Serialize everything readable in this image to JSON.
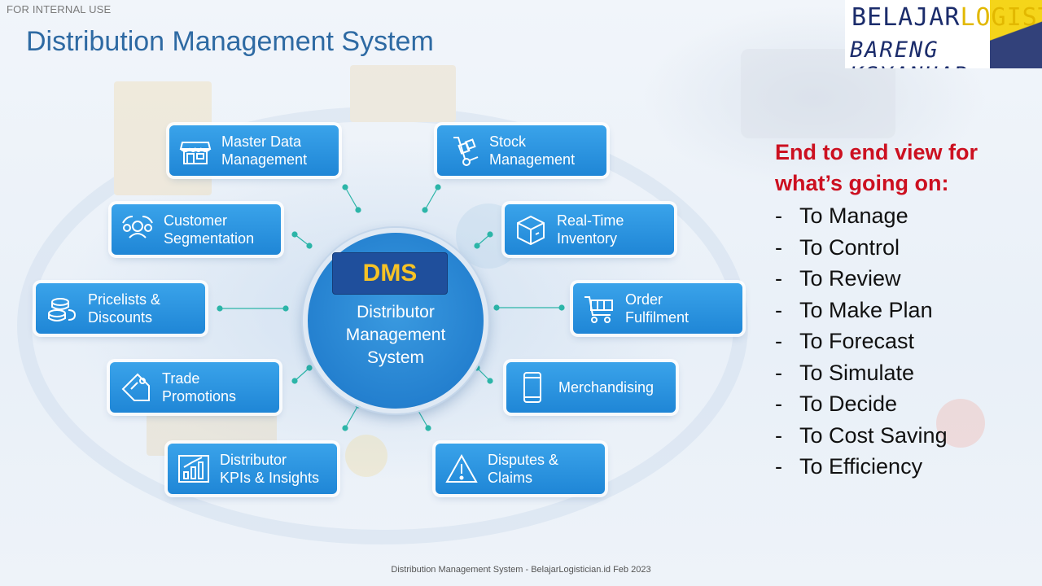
{
  "header": {
    "internal_label": "FOR INTERNAL  USE",
    "title": "Distribution Management System"
  },
  "logo": {
    "line1_a": "BELAJAR",
    "line1_b": "LOGISTIK",
    "line2": "BARENG KSYANUAR"
  },
  "hub": {
    "badge": "DMS",
    "subtitle": "Distributor\nManagement\nSystem"
  },
  "modules": [
    {
      "label": "Master Data\nManagement",
      "icon": "store-icon"
    },
    {
      "label": "Stock\nManagement",
      "icon": "hand-truck-icon"
    },
    {
      "label": "Customer\nSegmentation",
      "icon": "user-segment-icon"
    },
    {
      "label": "Real-Time\nInventory",
      "icon": "box-icon"
    },
    {
      "label": "Pricelists &\nDiscounts",
      "icon": "coins-icon"
    },
    {
      "label": "Order\nFulfilment",
      "icon": "cart-icon"
    },
    {
      "label": "Trade\nPromotions",
      "icon": "tag-icon"
    },
    {
      "label": "Merchandising",
      "icon": "phone-icon"
    },
    {
      "label": "Distributor\nKPIs & Insights",
      "icon": "bar-chart-icon"
    },
    {
      "label": "Disputes &\nClaims",
      "icon": "warning-icon"
    }
  ],
  "side_panel": {
    "heading": "End to end view for what’s going on:",
    "items": [
      "To Manage",
      "To Control",
      "To Review",
      "To Make Plan",
      "To Forecast",
      "To Simulate",
      "To Decide",
      "To Cost Saving",
      "To Efficiency"
    ]
  },
  "footer": "Distribution Management System - BelajarLogistician.id Feb 2023",
  "colors": {
    "title": "#2e6aa3",
    "tile": "#1f86d6",
    "hub": "#2480cf",
    "badge": "#1f4f9c",
    "badge_text": "#f7c325",
    "heading_red": "#cc1020",
    "connector": "#2cb5a8"
  }
}
